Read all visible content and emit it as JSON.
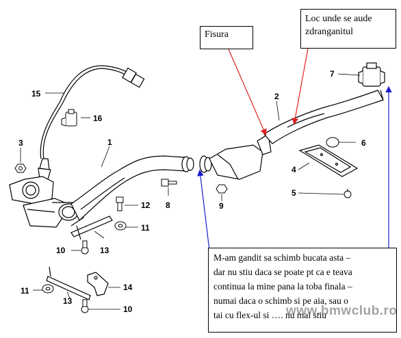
{
  "diagram": {
    "part_labels": {
      "p1": "1",
      "p2": "2",
      "p3": "3",
      "p4": "4",
      "p5": "5",
      "p6": "6",
      "p7": "7",
      "p8": "8",
      "p9": "9",
      "p10a": "10",
      "p10b": "10",
      "p11a": "11",
      "p11b": "11",
      "p12": "12",
      "p13a": "13",
      "p13b": "13",
      "p14": "14",
      "p15": "15",
      "p16": "16"
    },
    "annotations": {
      "fisura": "Fisura",
      "loc_line1": "Loc unde se aude",
      "loc_line2": "zdranganitul",
      "main_lines": [
        "M-am gandit sa schimb bucata asta –",
        "dar nu stiu daca se poate pt ca e teava",
        "continua la mine pana la toba finala –",
        "numai daca o schimb si pe aia, sau o",
        "tai cu flex-ul si …. nu mai stiu"
      ]
    },
    "watermark": "www.bmwclub.ro",
    "colors": {
      "red_arrow": "#e02020",
      "blue_arrow": "#1c1cd0",
      "drawing": "#000000"
    }
  }
}
